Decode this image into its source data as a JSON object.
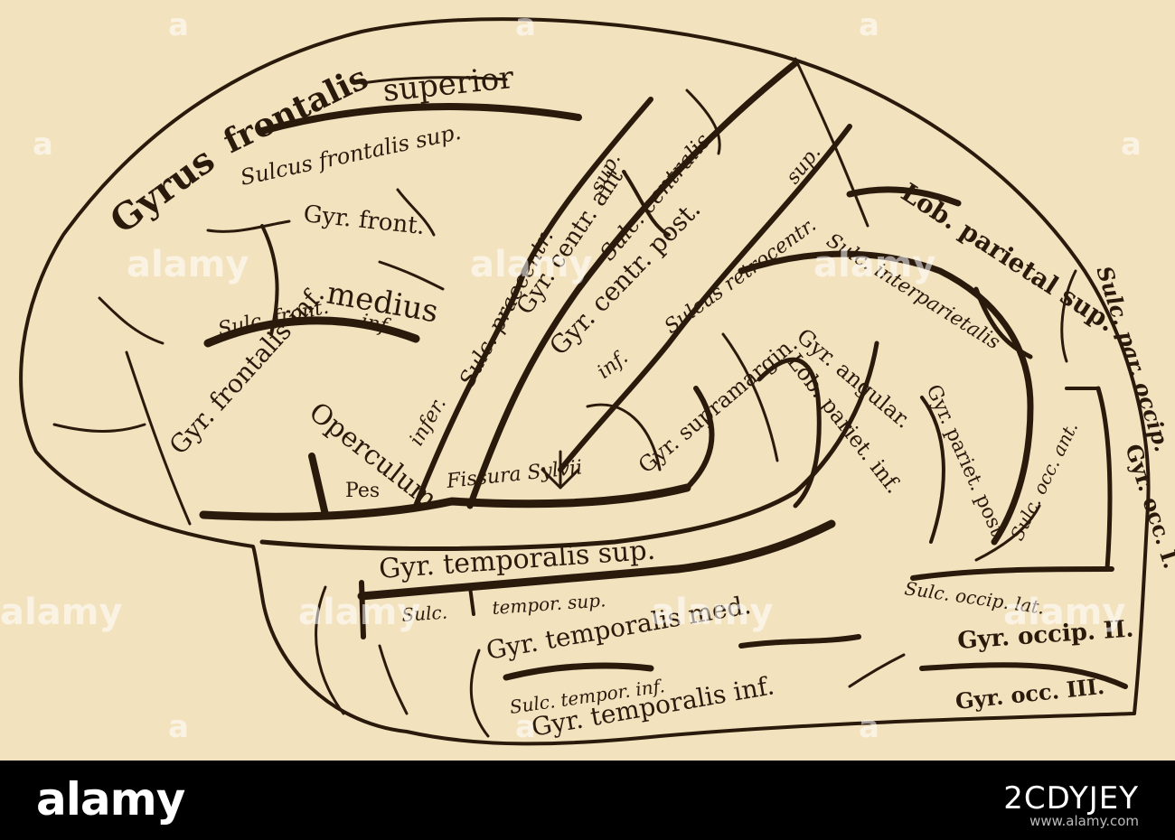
{
  "labels": {
    "gyrus": "Gyrus",
    "frontalis": "frontalis",
    "superior": "superior",
    "sulcus_frontalis_sup": "Sulcus frontalis sup.",
    "gyr_front": "Gyr. front.",
    "medius": "medius",
    "sulc_front_inf_a": "Sulc. front.",
    "sulc_front_inf_b": "inf.",
    "gyr_frontalis_inf": "Gyr. frontalis inf.",
    "operculum": "Operculum",
    "pes": "Pes",
    "infer": "infer.",
    "sulc_praecentr": "Sulc. praecentr.",
    "sup_praecentr": "sup.",
    "gyr_centr_ant": "Gyr. centr. ant.",
    "sulc_centralis": "Sulc. centralis",
    "gyr_centr_post": "Gyr. centr. post.",
    "sup_post": "sup.",
    "inf_post": "inf.",
    "sulcus_retrocentr": "Sulcus retrocentr.",
    "lob_parietal_sup": "Lob. parietal sup.",
    "sulc_interparietalis": "Sulc. interparietalis",
    "sulc_par_occip": "Sulc. par. occip.",
    "gyr_angular": "Gyr. angular.",
    "lob_pariet_inf": "Lob. pariet. inf.",
    "gyr_pariet_post": "Gyr. pariet. post.",
    "gyr_supramargin": "Gyr. supramargin.",
    "fissura_sylvii": "Fissura Sylvii",
    "sulc_occ_ant": "Sulc. occ. ant.",
    "gyr_occ_i": "Gyr. occ. I.",
    "gyr_temporalis_sup": "Gyr. temporalis sup.",
    "sulc_tempor_sup_a": "Sulc.",
    "sulc_tempor_sup_b": "tempor. sup.",
    "sulc_occip_lat": "Sulc. occip. lat.",
    "gyr_temporalis_med": "Gyr. temporalis med.",
    "gyr_occip_ii": "Gyr. occip. II.",
    "sulc_tempor_inf": "Sulc. tempor. inf.",
    "gyr_temporalis_inf": "Gyr. temporalis inf.",
    "gyr_occ_iii": "Gyr. occ. III."
  },
  "watermark": {
    "mark": "a",
    "word": "alamy"
  },
  "footer": {
    "logo": "alamy",
    "image_id": "2CDYJEY",
    "site": "www.alamy.com"
  },
  "colors": {
    "paper": "#f3e2be",
    "ink": "#2a1a0c",
    "footer_bg": "#000000"
  }
}
